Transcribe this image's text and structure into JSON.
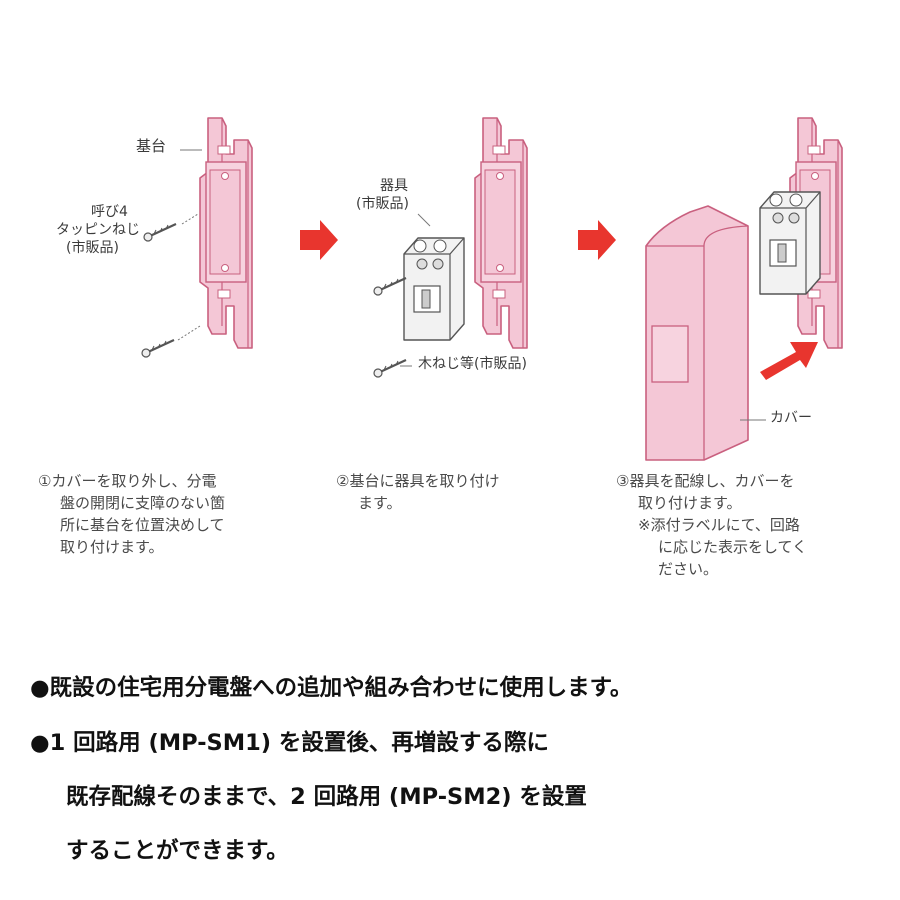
{
  "labels": {
    "base": "基台",
    "screw_name": "呼び4",
    "screw_type": "タッピンねじ",
    "screw_note": "(市販品)",
    "device": "器具",
    "device_note": "(市販品)",
    "wood_screw": "木ねじ等(市販品)",
    "cover": "カバー"
  },
  "steps": {
    "s1": [
      "①カバーを取り外し、分電",
      "盤の開閉に支障のない箇",
      "所に基台を位置決めして",
      "取り付けます。"
    ],
    "s2": [
      "②基台に器具を取り付け",
      "ます。"
    ],
    "s3": [
      "③器具を配線し、カバーを",
      "取り付けます。",
      "※添付ラベルにて、回路",
      "に応じた表示をしてく",
      "ださい。"
    ]
  },
  "bullets": {
    "b1": "●既設の住宅用分電盤への追加や組み合わせに使用します。",
    "b2": "●1 回路用 (MP-SM1) を設置後、再増設する際に",
    "b3": "既存配線そのままで、2 回路用 (MP-SM2) を設置",
    "b4": "することができます。"
  },
  "colors": {
    "pink_fill": "#f4c7d6",
    "pink_stroke": "#c9607f",
    "arrow_red": "#e8352e",
    "device_gray": "#f2f2f2"
  }
}
